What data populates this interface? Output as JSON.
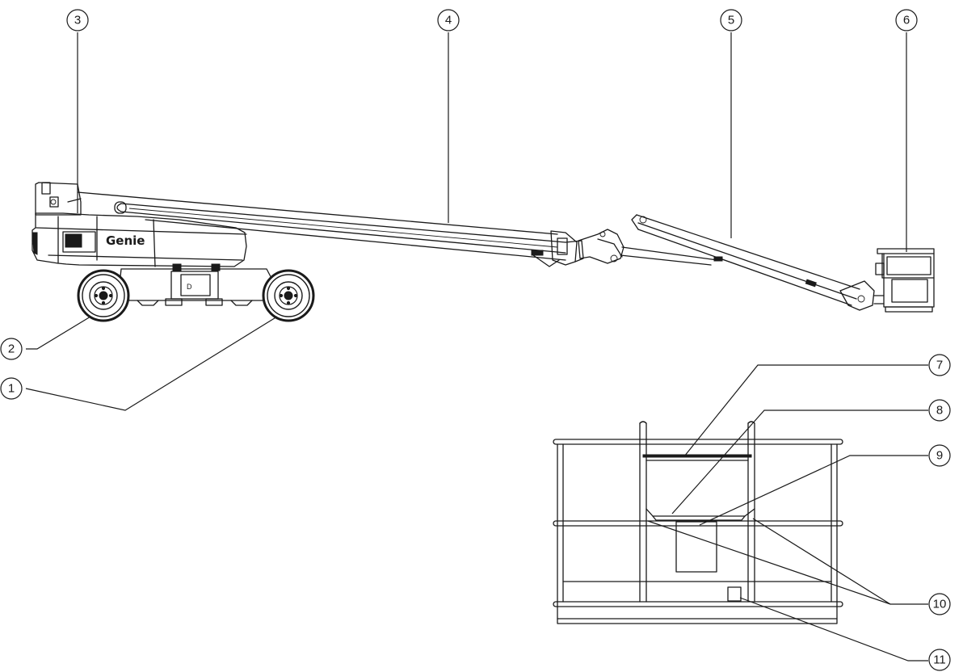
{
  "brand_logo": "Genie",
  "callouts": [
    {
      "label": "1"
    },
    {
      "label": "2"
    },
    {
      "label": "3"
    },
    {
      "label": "4"
    },
    {
      "label": "5"
    },
    {
      "label": "6"
    },
    {
      "label": "7"
    },
    {
      "label": "8"
    },
    {
      "label": "9"
    },
    {
      "label": "10"
    },
    {
      "label": "11"
    }
  ]
}
